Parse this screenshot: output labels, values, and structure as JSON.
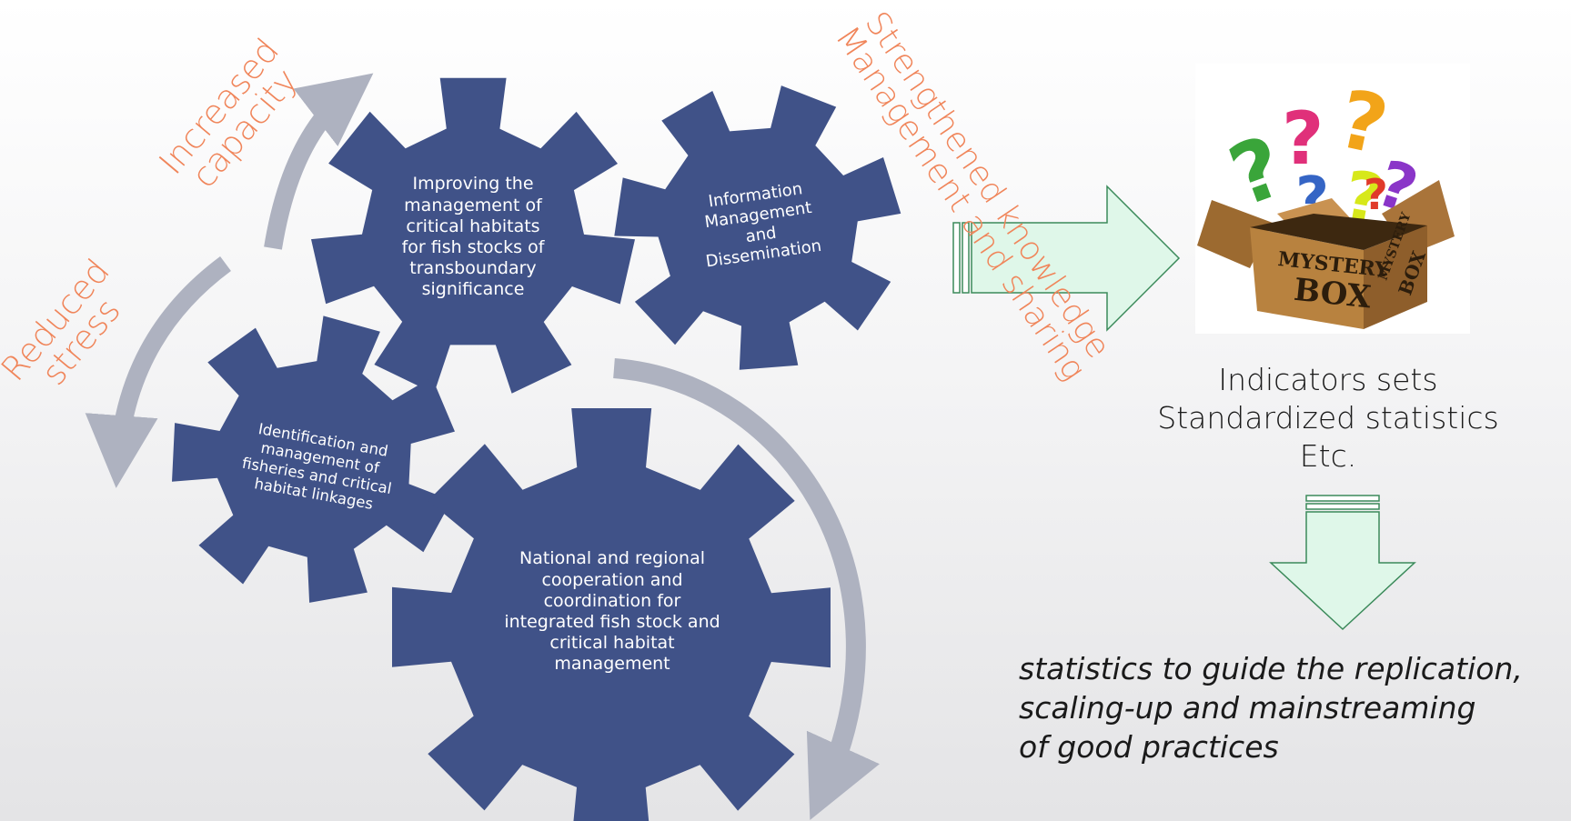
{
  "gears": {
    "habitats": {
      "lines": [
        "Improving the",
        "management of",
        "critical habitats",
        "for fish stocks of",
        "transboundary",
        "significance"
      ]
    },
    "info": {
      "lines": [
        "Information",
        "Management",
        "and",
        "Dissemination"
      ]
    },
    "fisheries": {
      "lines": [
        "Identification and",
        "management of",
        "fisheries and critical",
        "habitat linkages"
      ]
    },
    "cooperation": {
      "lines": [
        "National and regional",
        "cooperation and",
        "coordination for",
        "integrated fish stock and",
        "critical habitat",
        "management"
      ]
    }
  },
  "orange_labels": {
    "increased_capacity": [
      "Increased",
      "capacity"
    ],
    "reduced_stress": [
      "Reduced",
      "stress"
    ],
    "strengthened": [
      "Strengthened knowledge",
      "Management and sharing"
    ]
  },
  "indicators": [
    "Indicators sets",
    "Standardized statistics",
    "Etc."
  ],
  "statistics_note": [
    "statistics to guide the replication,",
    "scaling-up and mainstreaming",
    "of good practices"
  ],
  "mystery_box": {
    "label_front": [
      "MYSTERY",
      "BOX"
    ],
    "label_side": [
      "MYSTERY",
      "BOX"
    ]
  },
  "colors": {
    "gear": "#405288",
    "cycle_arrow": "#aeb2c0",
    "block_arrow_fill": "#dff7e9",
    "block_arrow_stroke": "#3b8a5a",
    "orange_text": "#f0855a",
    "box": "#b8823f"
  }
}
